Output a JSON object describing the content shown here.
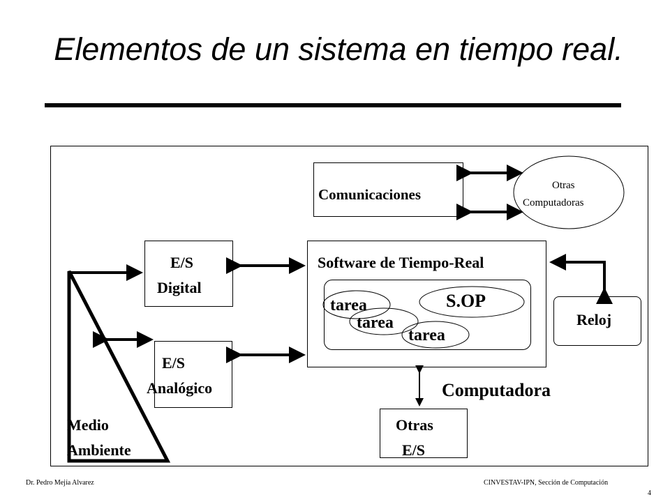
{
  "slide": {
    "title": "Elementos de un sistema en tiempo real.",
    "footer_left": "Dr. Pedro Mejía Alvarez",
    "footer_right": "CINVESTAV-IPN, Sección de Computación",
    "page_number": "4"
  },
  "diagram": {
    "comunicaciones": "Comunicaciones",
    "otras_computadoras_line1": "Otras",
    "otras_computadoras_line2": "Computadoras",
    "es_digital_line1": "E/S",
    "es_digital_line2": "Digital",
    "es_analogico_line1": "E/S",
    "es_analogico_line2": "Analógico",
    "software": "Software de Tiempo-Real",
    "tarea": "tarea",
    "sop": "S.OP",
    "reloj": "Reloj",
    "computadora": "Computadora",
    "otras_es_line1": "Otras",
    "otras_es_line2": "E/S",
    "medio_line1": "Medio",
    "medio_line2": "Ambiente"
  }
}
